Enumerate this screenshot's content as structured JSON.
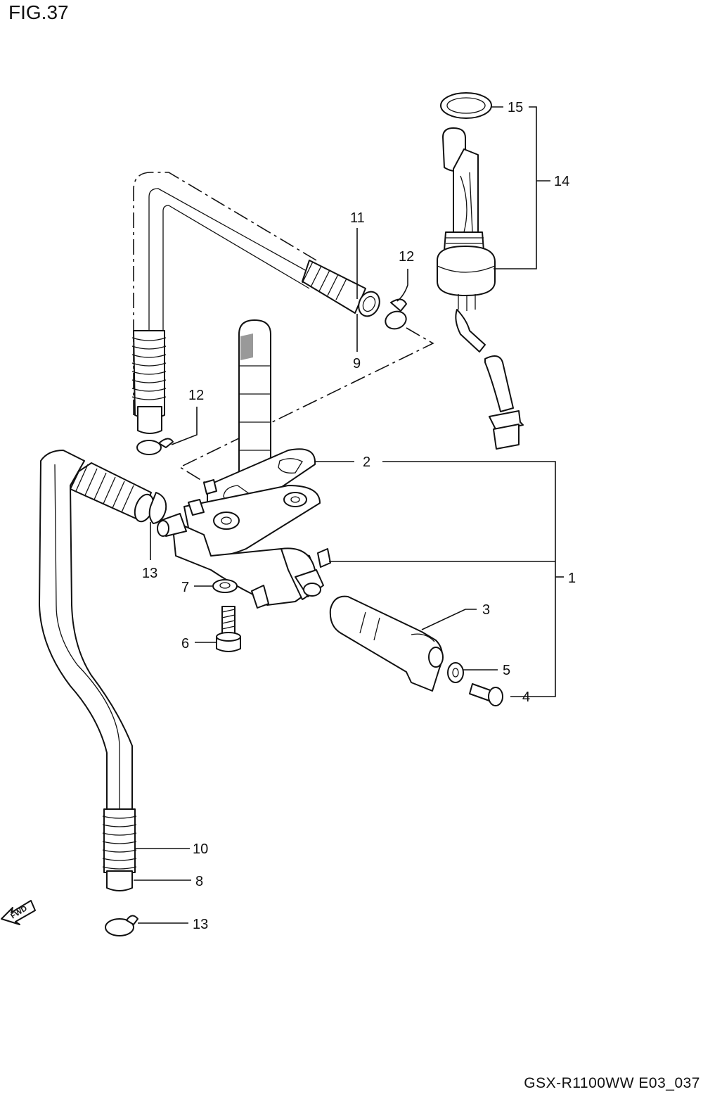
{
  "figure": {
    "title": "FIG.37",
    "code": "GSX-R1100WW  E03_037"
  },
  "fwd_label": "FWD",
  "callouts": {
    "c1": "1",
    "c2": "2",
    "c3": "3",
    "c4": "4",
    "c5": "5",
    "c6": "6",
    "c7": "7",
    "c8": "8",
    "c9": "9",
    "c10": "10",
    "c11": "11",
    "c12a": "12",
    "c12b": "12",
    "c13a": "13",
    "c13b": "13",
    "c14": "14",
    "c15": "15"
  }
}
